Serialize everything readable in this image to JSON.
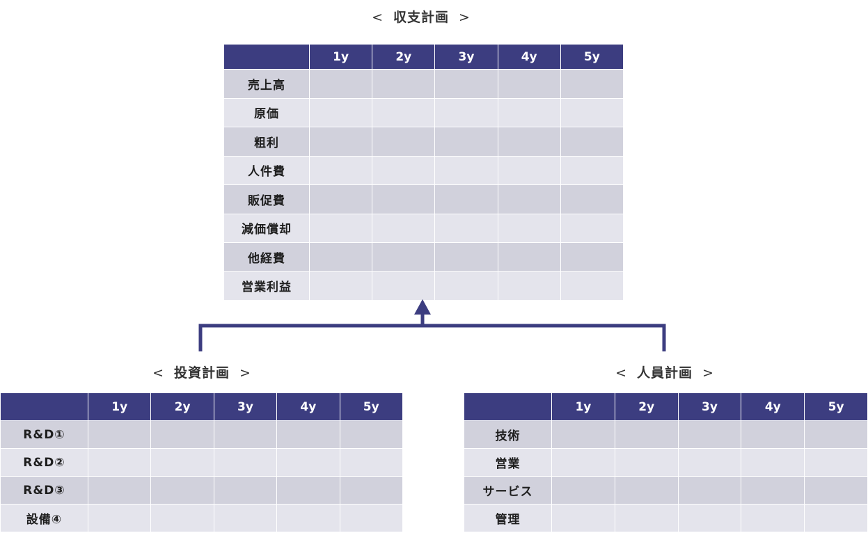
{
  "colors": {
    "header_bg": "#3c3d80",
    "row_dark": "#d1d1dc",
    "row_light": "#e4e4ec",
    "connector": "#3c3d80"
  },
  "income_plan": {
    "title": "収支計画",
    "columns": [
      "1y",
      "2y",
      "3y",
      "4y",
      "5y"
    ],
    "rows": [
      "売上高",
      "原価",
      "粗利",
      "人件費",
      "販促費",
      "減価償却",
      "他経費",
      "営業利益"
    ]
  },
  "investment_plan": {
    "title": "投資計画",
    "columns": [
      "1y",
      "2y",
      "3y",
      "4y",
      "5y"
    ],
    "rows": [
      "R&D①",
      "R&D②",
      "R&D③",
      "設備④"
    ]
  },
  "staff_plan": {
    "title": "人員計画",
    "columns": [
      "1y",
      "2y",
      "3y",
      "4y",
      "5y"
    ],
    "rows": [
      "技術",
      "営業",
      "サービス",
      "管理"
    ]
  },
  "brackets": {
    "open": "<",
    "close": ">"
  },
  "connector_icon": "arrow-up-icon"
}
